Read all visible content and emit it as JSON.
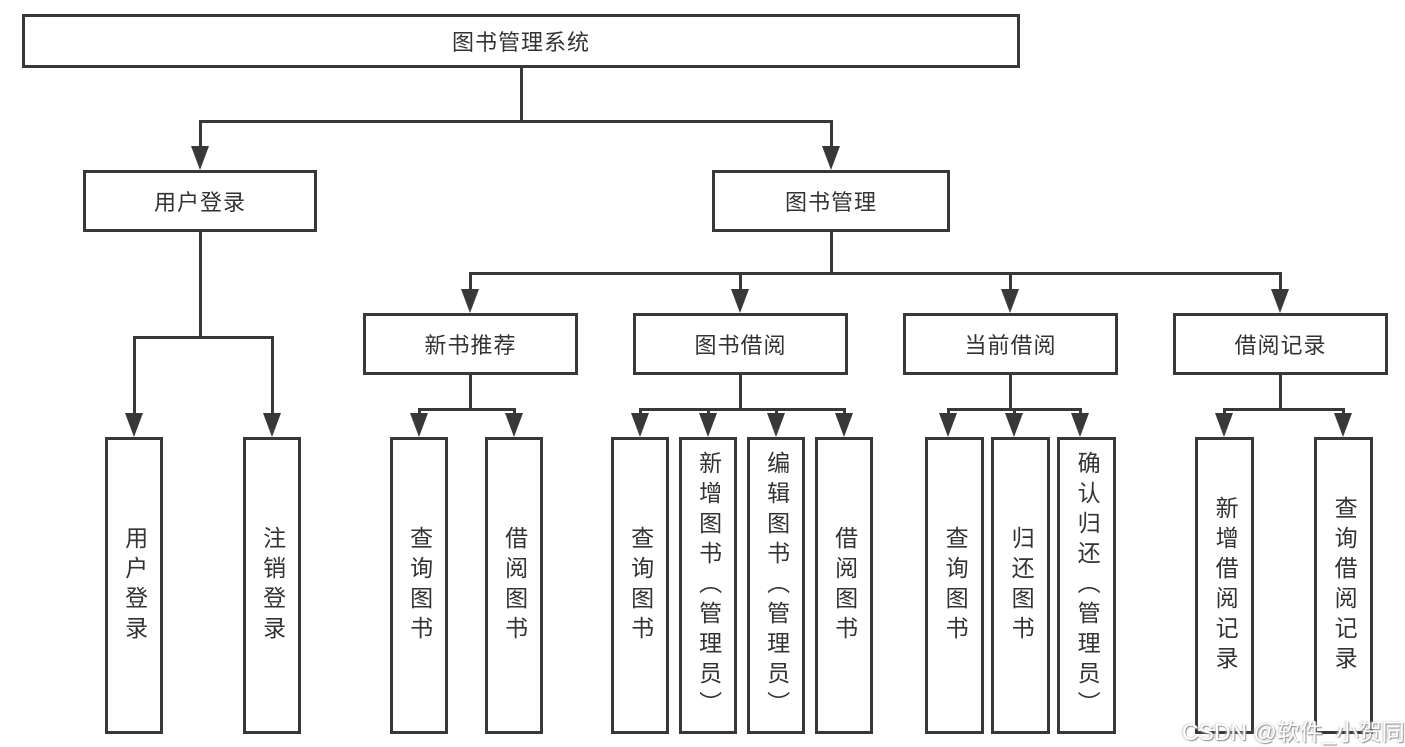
{
  "diagram": {
    "title": "图书管理系统",
    "level2": {
      "user_login": "用户登录",
      "book_management": "图书管理"
    },
    "level3": {
      "new_book_recommend": "新书推荐",
      "book_borrow": "图书借阅",
      "current_borrow": "当前借阅",
      "borrow_record": "借阅记录"
    },
    "leaves": {
      "user_login": [
        "用户登录",
        "注销登录"
      ],
      "new_book_recommend": [
        "查询图书",
        "借阅图书"
      ],
      "book_borrow": [
        "查询图书",
        "新增图书（管理员）",
        "编辑图书（管理员）",
        "借阅图书"
      ],
      "current_borrow": [
        "查询图书",
        "归还图书",
        "确认归还（管理员）"
      ],
      "borrow_record": [
        "新增借阅记录",
        "查询借阅记录"
      ]
    }
  },
  "watermark": "CSDN @软件_小贺同学",
  "colors": {
    "line": "#383838",
    "text": "#333333",
    "background": "#ffffff"
  }
}
